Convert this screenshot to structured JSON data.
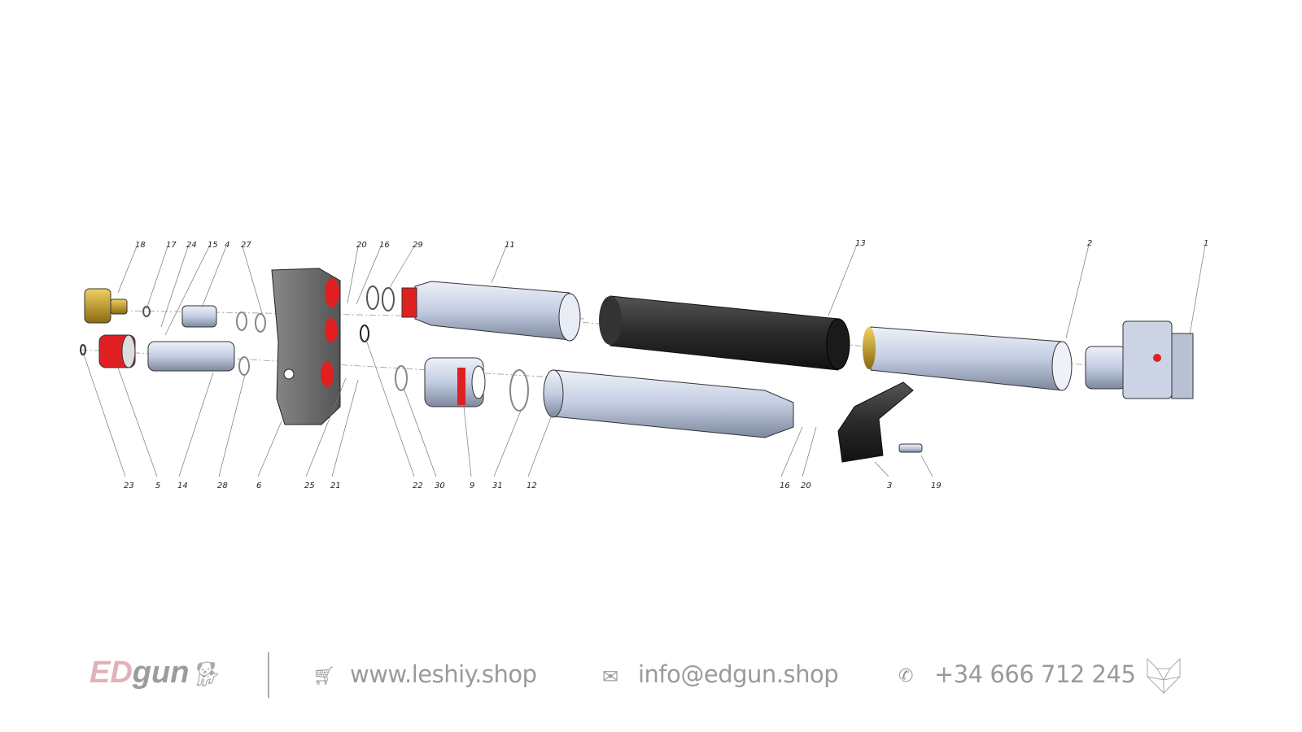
{
  "diagram": {
    "top_labels": [
      "18",
      "17",
      "24",
      "15",
      "4",
      "27",
      "20",
      "16",
      "29",
      "11",
      "13",
      "2",
      "1"
    ],
    "bottom_labels": [
      "23",
      "5",
      "14",
      "28",
      "6",
      "25",
      "21",
      "22",
      "30",
      "9",
      "31",
      "12",
      "16",
      "20",
      "3",
      "19"
    ],
    "colors": {
      "part_body": "#c8d2e6",
      "housing": "#5a5a5a",
      "tube": "#2b2b2b",
      "seal": "#e02020",
      "brass": "#c9a227"
    }
  },
  "footer": {
    "logo_ed": "ED",
    "logo_gun": "gun",
    "website_icon": "shopping-cart-icon",
    "website": "www.leshiy.shop",
    "email_icon": "envelope-icon",
    "email": "info@edgun.shop",
    "phone_icon": "whatsapp-icon",
    "phone": "+34 666 712 245",
    "brand_icon": "wolf-head-icon"
  }
}
